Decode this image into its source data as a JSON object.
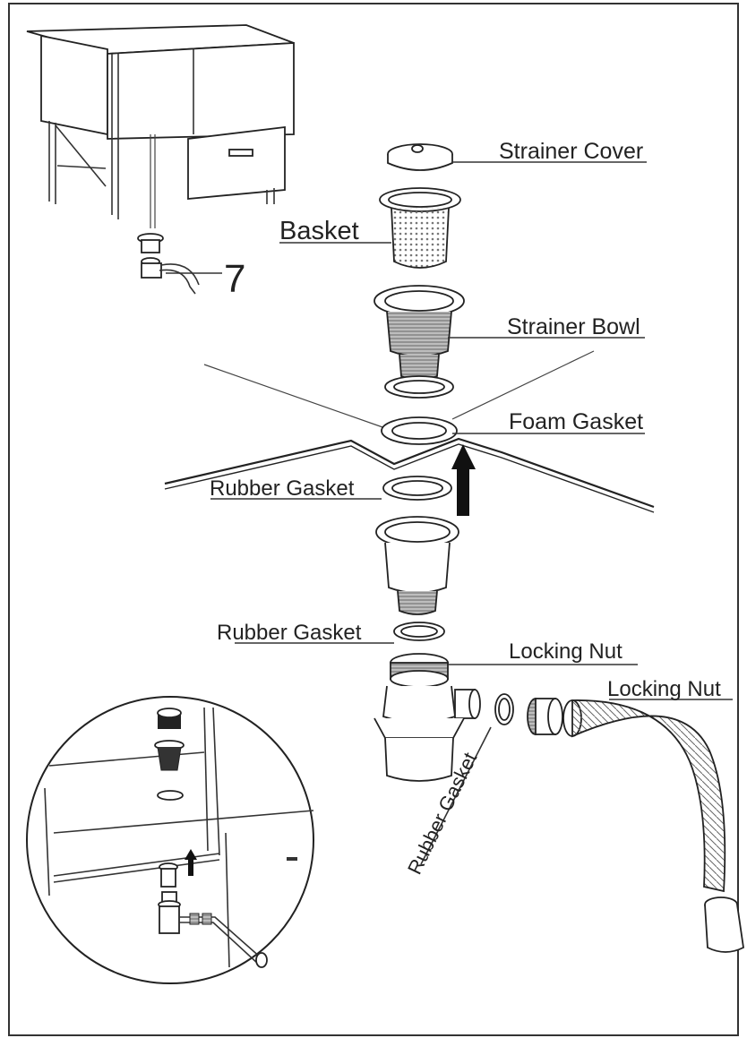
{
  "labels": {
    "strainer_cover": "Strainer Cover",
    "basket": "Basket",
    "step_number": "7",
    "strainer_bowl": "Strainer Bowl",
    "foam_gasket": "Foam Gasket",
    "rubber_gasket_upper": "Rubber Gasket",
    "rubber_gasket_lower": "Rubber Gasket",
    "locking_nut_upper": "Locking Nut",
    "locking_nut_right": "Locking Nut",
    "rubber_gasket_diagonal": "Rubber Gasket"
  },
  "colors": {
    "line": "#222222",
    "mesh": "#9a9a9a",
    "background": "#ffffff"
  },
  "icons": {
    "arrow": "up-arrow-icon"
  }
}
